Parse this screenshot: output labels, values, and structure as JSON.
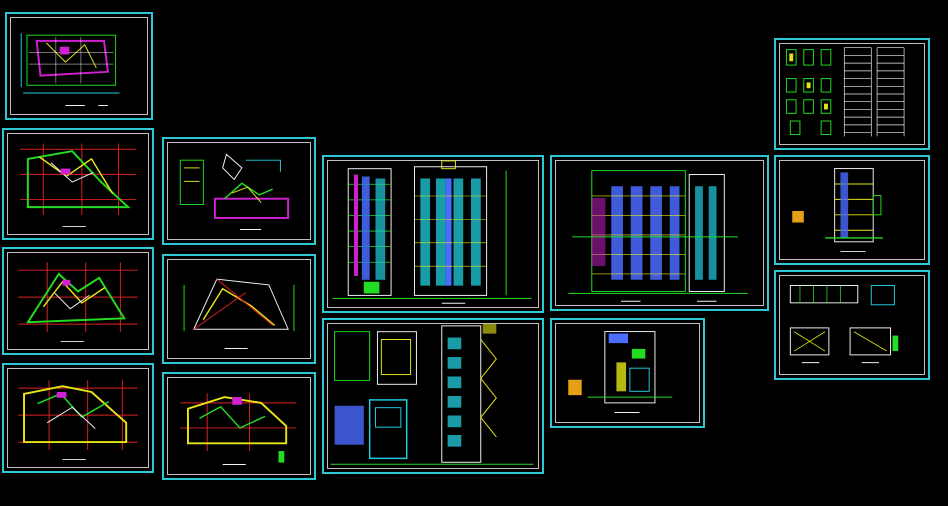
{
  "colors": {
    "background": "#000000",
    "sheet_border": "#2fc6d6",
    "inner_border": "#bfbfbf",
    "cad_green": "#22dd22",
    "cad_cyan": "#22cfe0",
    "cad_magenta": "#d21fd2",
    "cad_yellow": "#e6e616",
    "cad_red": "#e02020",
    "cad_white": "#f2f2f2",
    "cad_blue": "#4a6cff"
  },
  "sheets": [
    {
      "id": "floor-plan-1",
      "kind": "plan"
    },
    {
      "id": "floor-plan-2",
      "kind": "plan"
    },
    {
      "id": "floor-plan-3",
      "kind": "plan"
    },
    {
      "id": "floor-plan-4",
      "kind": "plan"
    },
    {
      "id": "site-details",
      "kind": "detail"
    },
    {
      "id": "roof-plan",
      "kind": "plan"
    },
    {
      "id": "typical-floor-plan",
      "kind": "plan"
    },
    {
      "id": "front-elevations",
      "kind": "elevation"
    },
    {
      "id": "side-elevations",
      "kind": "elevation"
    },
    {
      "id": "wall-sections",
      "kind": "section"
    },
    {
      "id": "building-section",
      "kind": "section"
    },
    {
      "id": "door-window-schedule",
      "kind": "schedule"
    },
    {
      "id": "stair-section",
      "kind": "section"
    },
    {
      "id": "stair-details",
      "kind": "detail"
    }
  ]
}
